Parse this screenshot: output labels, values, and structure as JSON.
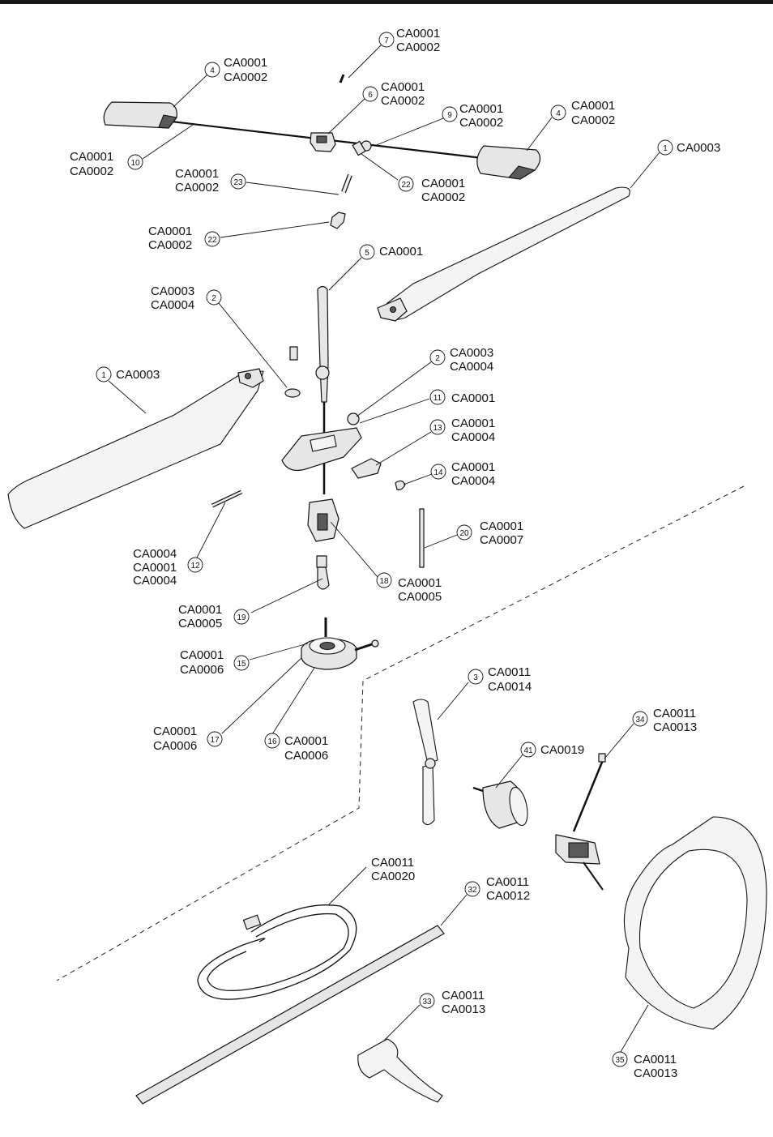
{
  "callouts": [
    {
      "id": "c7",
      "num": "7",
      "codes": [
        "CA0001",
        "CA0002"
      ]
    },
    {
      "id": "c4a",
      "num": "4",
      "codes": [
        "CA0001",
        "CA0002"
      ]
    },
    {
      "id": "c6",
      "num": "6",
      "codes": [
        "CA0001",
        "CA0002"
      ]
    },
    {
      "id": "c9",
      "num": "9",
      "codes": [
        "CA0001",
        "CA0002"
      ]
    },
    {
      "id": "c4b",
      "num": "4",
      "codes": [
        "CA0001",
        "CA0002"
      ]
    },
    {
      "id": "c1a",
      "num": "1",
      "codes": [
        "CA0003"
      ]
    },
    {
      "id": "c10",
      "num": "10",
      "codes": [
        "CA0001",
        "CA0002"
      ]
    },
    {
      "id": "c23",
      "num": "23",
      "codes": [
        "CA0001",
        "CA0002"
      ]
    },
    {
      "id": "c22a",
      "num": "22",
      "codes": [
        "CA0001",
        "CA0002"
      ]
    },
    {
      "id": "c22b",
      "num": "22",
      "codes": [
        "CA0001",
        "CA0002"
      ]
    },
    {
      "id": "c5",
      "num": "5",
      "codes": [
        "CA0001"
      ]
    },
    {
      "id": "c2a",
      "num": "2",
      "codes": [
        "CA0003",
        "CA0004"
      ]
    },
    {
      "id": "c2b",
      "num": "2",
      "codes": [
        "CA0003",
        "CA0004"
      ]
    },
    {
      "id": "c1b",
      "num": "1",
      "codes": [
        "CA0003"
      ]
    },
    {
      "id": "c11",
      "num": "11",
      "codes": [
        "CA0001"
      ]
    },
    {
      "id": "c13",
      "num": "13",
      "codes": [
        "CA0001",
        "CA0004"
      ]
    },
    {
      "id": "c14",
      "num": "14",
      "codes": [
        "CA0001",
        "CA0004"
      ]
    },
    {
      "id": "c20",
      "num": "20",
      "codes": [
        "CA0001",
        "CA0007"
      ]
    },
    {
      "id": "c12",
      "num": "12",
      "codes": [
        "CA0004",
        "CA0001",
        "CA0004"
      ]
    },
    {
      "id": "c18",
      "num": "18",
      "codes": [
        "CA0001",
        "CA0005"
      ]
    },
    {
      "id": "c19",
      "num": "19",
      "codes": [
        "CA0001",
        "CA0005"
      ]
    },
    {
      "id": "c15",
      "num": "15",
      "codes": [
        "CA0001",
        "CA0006"
      ]
    },
    {
      "id": "c17",
      "num": "17",
      "codes": [
        "CA0001",
        "CA0006"
      ]
    },
    {
      "id": "c16",
      "num": "16",
      "codes": [
        "CA0001",
        "CA0006"
      ]
    },
    {
      "id": "c3",
      "num": "3",
      "codes": [
        "CA0011",
        "CA0014"
      ]
    },
    {
      "id": "c41",
      "num": "41",
      "codes": [
        "CA0019"
      ]
    },
    {
      "id": "c34",
      "num": "34",
      "codes": [
        "CA0011",
        "CA0013"
      ]
    },
    {
      "id": "cwire",
      "num": "",
      "codes": [
        "CA0011",
        "CA0020"
      ]
    },
    {
      "id": "c32",
      "num": "32",
      "codes": [
        "CA0011",
        "CA0012"
      ]
    },
    {
      "id": "c33",
      "num": "33",
      "codes": [
        "CA0011",
        "CA0013"
      ]
    },
    {
      "id": "c35",
      "num": "35",
      "codes": [
        "CA0011",
        "CA0013"
      ]
    }
  ]
}
